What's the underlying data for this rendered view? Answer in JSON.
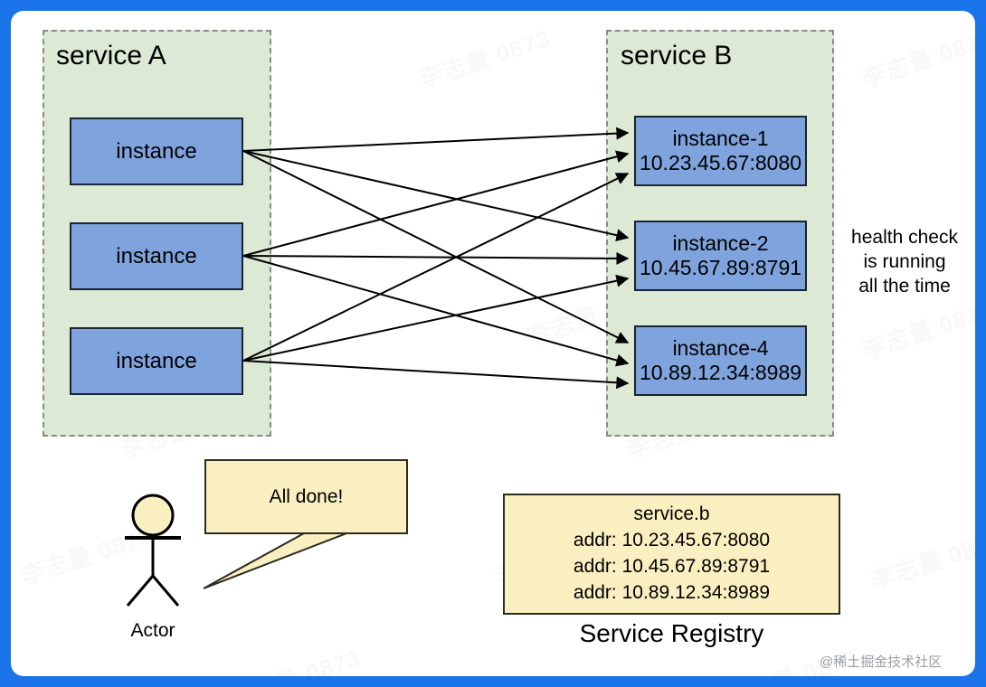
{
  "canvas": {
    "frame_color": "#1a73e8",
    "background": "#ffffff"
  },
  "colors": {
    "service_fill": "#dce9d5",
    "service_border": "#8a8a8a",
    "instance_fill": "#7fa3dd",
    "instance_border": "#1a2433",
    "note_fill": "#faefc0",
    "note_border": "#2b2b20",
    "edge": "#000000"
  },
  "services": [
    {
      "id": "service-a",
      "title": "service A",
      "instances": [
        {
          "name": "instance",
          "addr": ""
        },
        {
          "name": "instance",
          "addr": ""
        },
        {
          "name": "instance",
          "addr": ""
        }
      ]
    },
    {
      "id": "service-b",
      "title": "service B",
      "instances": [
        {
          "name": "instance-1",
          "addr": "10.23.45.67:8080"
        },
        {
          "name": "instance-2",
          "addr": "10.45.67.89:8791"
        },
        {
          "name": "instance-4",
          "addr": "10.89.12.34:8989"
        }
      ]
    }
  ],
  "health_note": "health check\nis running\nall the time",
  "actor": {
    "label": "Actor",
    "speech": "All done!"
  },
  "registry": {
    "caption": "Service Registry",
    "service_name": "service.b",
    "addresses": [
      "addr: 10.23.45.67:8080",
      "addr: 10.45.67.89:8791",
      "addr: 10.89.12.34:8989"
    ]
  },
  "watermarks": {
    "tile_text": "李志量 0873",
    "credit": "@稀土掘金技术社区"
  }
}
